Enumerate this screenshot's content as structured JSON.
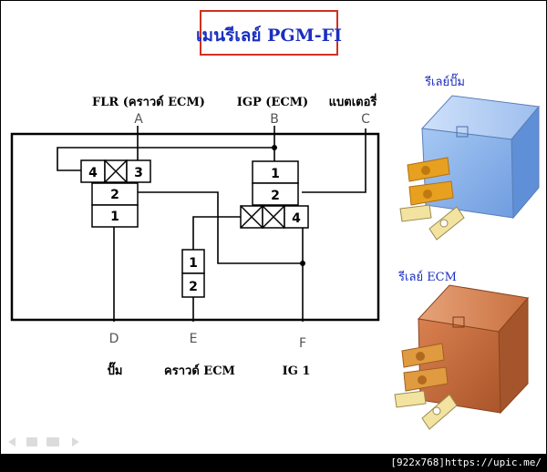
{
  "title": "เมนรีเลย์ PGM-FI",
  "pins": {
    "A": {
      "letter": "A",
      "label": "FLR (คราวด์ ECM)"
    },
    "B": {
      "letter": "B",
      "label": "IGP (ECM)"
    },
    "C": {
      "letter": "C",
      "label": "แบตเตอรี่"
    },
    "D": {
      "letter": "D",
      "label": "ปั๊ม"
    },
    "E": {
      "letter": "E",
      "label": "คราวด์ ECM"
    },
    "F": {
      "letter": "F",
      "label": "IG 1"
    }
  },
  "relay_left": {
    "n4": "4",
    "n3": "3",
    "n2": "2",
    "n1": "1"
  },
  "relay_right": {
    "n1": "1",
    "n2": "2",
    "n4": "4"
  },
  "diode": {
    "n1": "1",
    "n2": "2"
  },
  "pump_relay_label": "รีเลย์ปั๊ม",
  "ecm_relay_label": "รีเลย์ ECM",
  "colors": {
    "pump_relay": "#8fb8ec",
    "ecm_relay": "#c0683a",
    "terminal": "#e8a020",
    "title_text": "#1a2fc0",
    "title_border": "#d03020"
  },
  "footer": "[922x768]https://upic.me/"
}
